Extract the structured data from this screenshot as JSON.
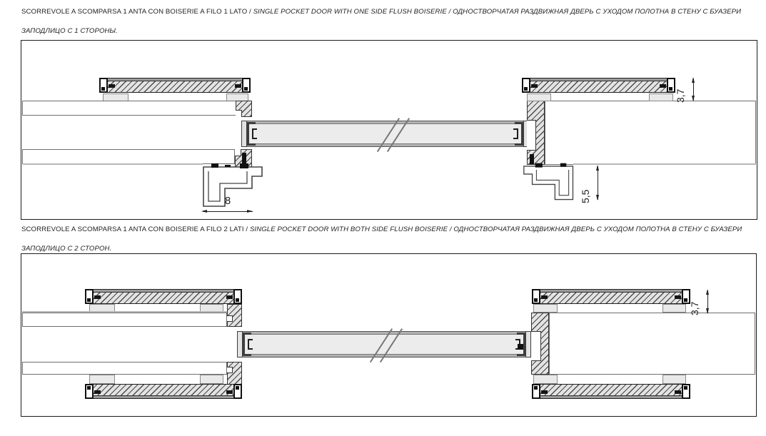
{
  "colors": {
    "line": "#333333",
    "hatch_fill": "#e3e3e3",
    "door_fill": "#ececec",
    "door_edge": "#b2b2b2",
    "spacer_fill": "#e9e9e9",
    "boiserie_face": "#9b9b9b"
  },
  "sections": [
    {
      "title_plain": "SCORREVOLE A SCOMPARSA 1 ANTA CON BOISERIE A FILO 1 LATO / ",
      "title_italic": "SINGLE POCKET DOOR WITH ONE SIDE FLUSH BOISERIE / ОДНОСТВОРЧАТАЯ РАЗДВИЖНАЯ ДВЕРЬ С УХОДОМ ПОЛОТНА В СТЕНУ С БУАЗЕРИ ЗАПОДЛИЦО С 1 СТОРОНЫ.",
      "dims": {
        "pocket_width": "8",
        "boiserie_offset": "3,7",
        "jamb_depth": "5,5"
      }
    },
    {
      "title_plain": "SCORREVOLE A SCOMPARSA 1 ANTA CON BOISERIE A FILO 2 LATI / ",
      "title_italic": "SINGLE POCKET DOOR WITH BOTH SIDE FLUSH BOISERIE / ОДНОСТВОРЧАТАЯ РАЗДВИЖНАЯ ДВЕРЬ С УХОДОМ ПОЛОТНА В СТЕНУ С БУАЗЕРИ ЗАПОДЛИЦО С 2 СТОРОН.",
      "dims": {
        "boiserie_offset": "3,7"
      }
    }
  ]
}
